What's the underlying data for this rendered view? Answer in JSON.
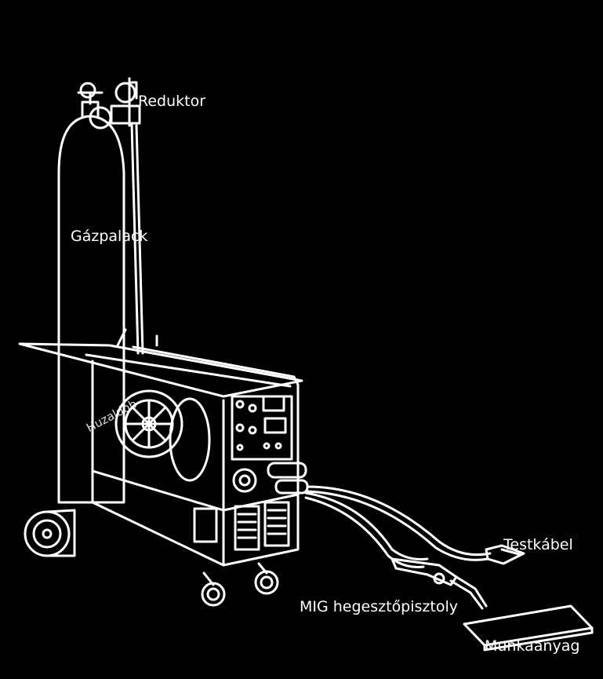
{
  "diagram": {
    "colors": {
      "background": "#000000",
      "line": "#ffffff"
    },
    "labels": {
      "reduktor": "Reduktor",
      "gazpalack": "Gázpalack",
      "huzaldob": "Huzaldob",
      "testkabel": "Testkábel",
      "mig": "MIG hegesztőpisztoly",
      "munkaanyag": "Munkaanyag"
    }
  }
}
